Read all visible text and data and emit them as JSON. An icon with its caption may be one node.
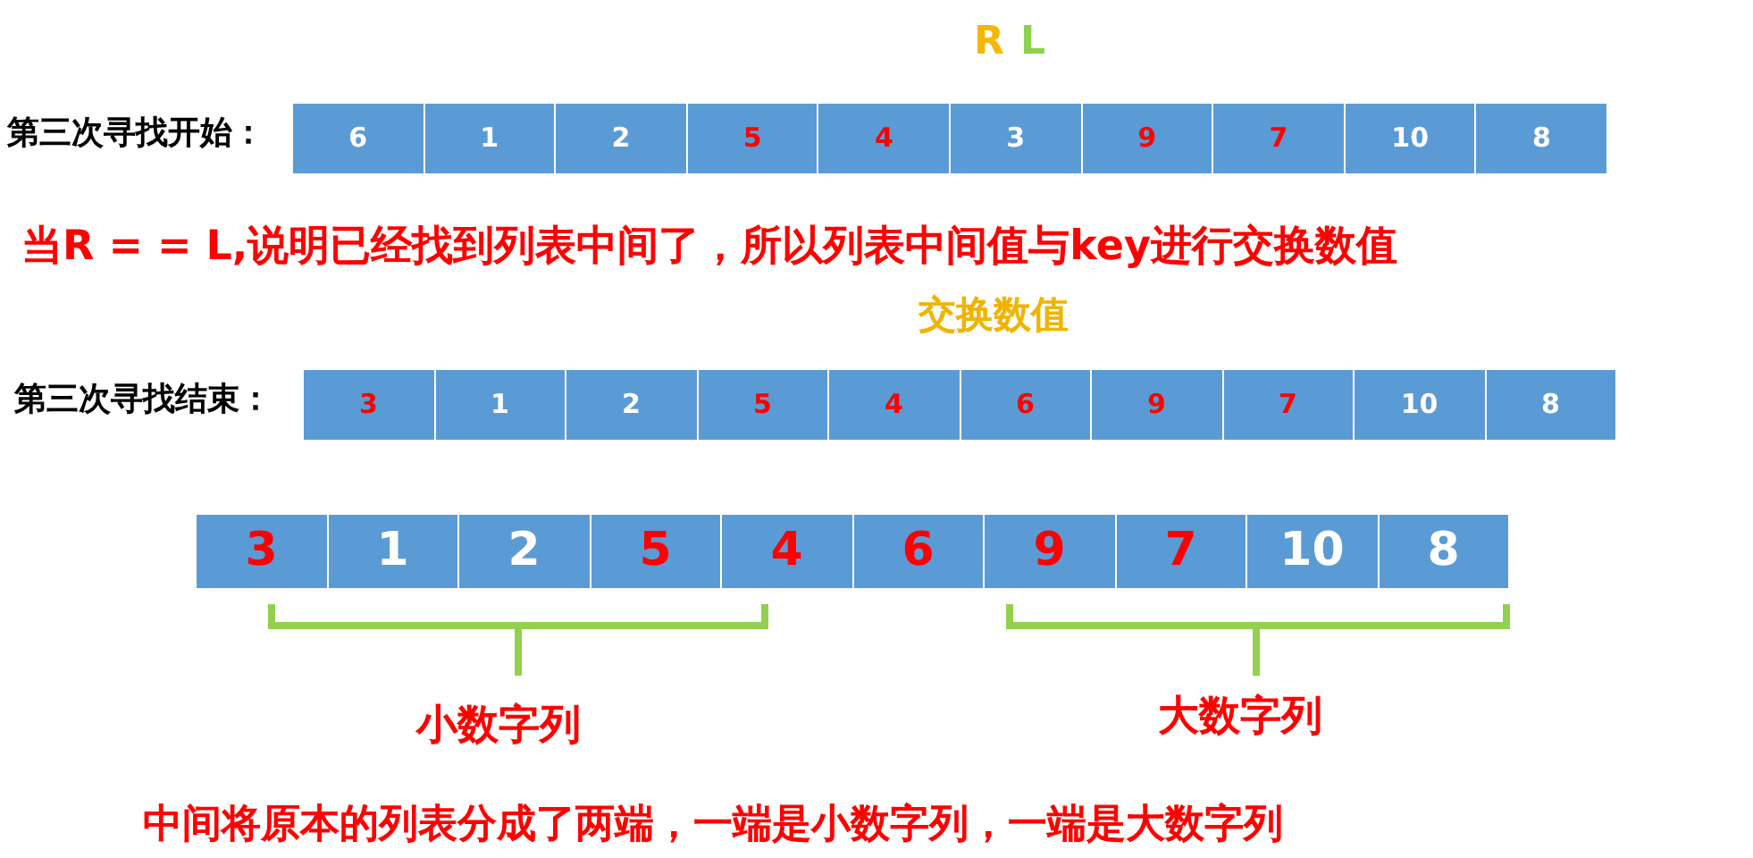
{
  "diagram": {
    "nodes": [
      {
        "text": [
          "6"
        ]
      },
      {
        "text": [
          "1"
        ]
      },
      {
        "text": [
          "2"
        ]
      },
      {
        "text": [
          "5"
        ]
      },
      {
        "text": [
          "4"
        ]
      },
      {
        "text": [
          "3"
        ]
      },
      {
        "text": [
          "9"
        ]
      },
      {
        "text": [
          "7"
        ]
      },
      {
        "text": [
          "10"
        ]
      },
      {
        "text": [
          "8"
        ]
      },
      {
        "text": [
          "3"
        ]
      },
      {
        "text": [
          "1"
        ]
      },
      {
        "text": [
          "2"
        ]
      },
      {
        "text": [
          "5"
        ]
      },
      {
        "text": [
          "4"
        ]
      },
      {
        "text": [
          "6"
        ]
      },
      {
        "text": [
          "9"
        ]
      },
      {
        "text": [
          "7"
        ]
      },
      {
        "text": [
          "10"
        ]
      },
      {
        "text": [
          "8"
        ]
      },
      {
        "text": [
          "3"
        ]
      },
      {
        "text": [
          "1"
        ]
      },
      {
        "text": [
          "2"
        ]
      },
      {
        "text": [
          "5"
        ]
      },
      {
        "text": [
          "4"
        ]
      },
      {
        "text": [
          "6"
        ]
      },
      {
        "text": [
          "9"
        ]
      },
      {
        "text": [
          "7"
        ]
      },
      {
        "text": [
          "10"
        ]
      },
      {
        "text": [
          "8"
        ]
      }
    ],
    "labels": [
      "R",
      "L",
      "第三次寻找开始：",
      "当R = = L,说明已经找到列表中间了，所以列表中间值与key进行交换数值",
      "交换数值",
      "第三次寻找结束：",
      "小数字列",
      "大数字列",
      "中间将原本的列表分成了两端，一端是小数字列，一端是大数字列"
    ]
  }
}
